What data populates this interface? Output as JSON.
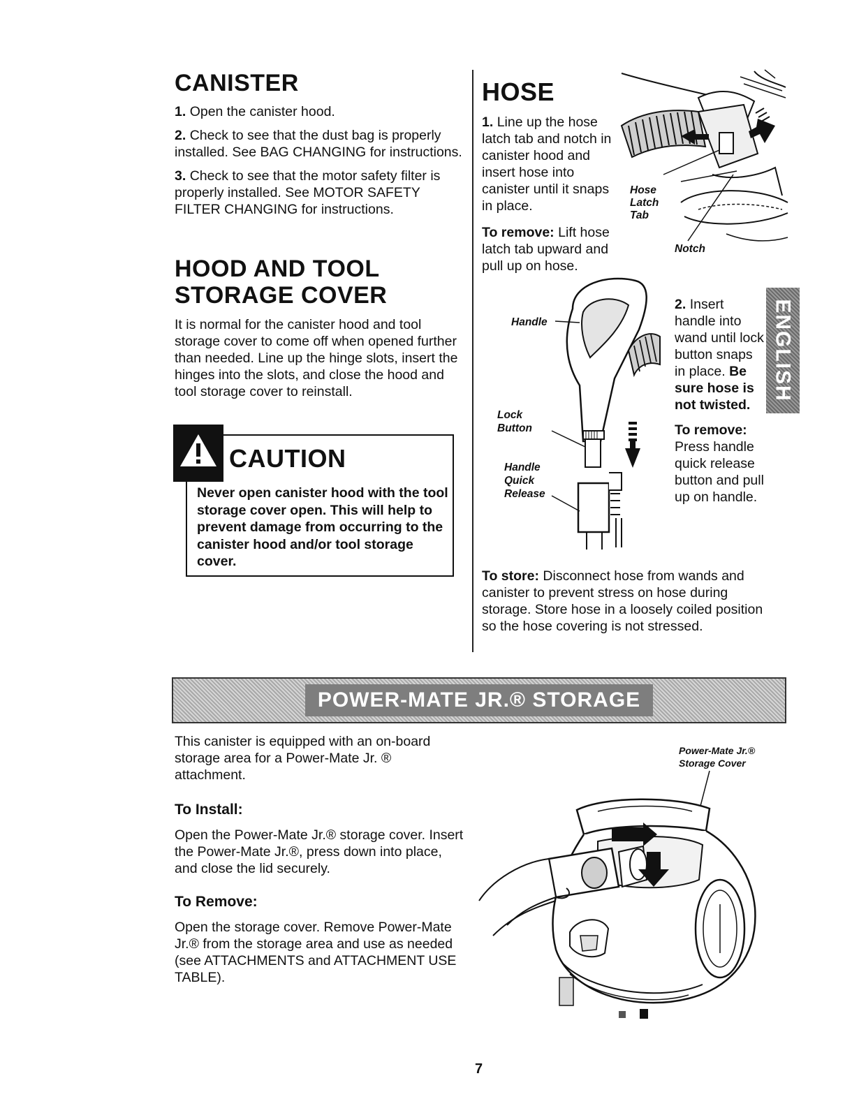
{
  "canister": {
    "heading": "CANISTER",
    "steps": [
      {
        "num": "1.",
        "text": "Open the canister hood."
      },
      {
        "num": "2.",
        "text": "Check to see that the dust bag is properly installed. See BAG CHANGING for instructions."
      },
      {
        "num": "3.",
        "text": "Check to see that the motor safety filter is properly installed. See MOTOR SAFETY FILTER CHANGING for instructions."
      }
    ]
  },
  "hood_tool": {
    "heading_line1": "HOOD AND TOOL",
    "heading_line2": "STORAGE COVER",
    "body": "It is normal for the canister hood and tool storage cover to come off when opened further than needed. Line up the hinge slots, insert the hinges into the slots, and close the hood and tool storage cover to reinstall."
  },
  "caution": {
    "title": "CAUTION",
    "body": "Never open canister hood with the tool storage cover open. This will help to prevent damage from occurring to the canister hood and/or tool storage cover."
  },
  "hose": {
    "heading": "HOSE",
    "step1_num": "1.",
    "step1_text": "Line up the hose latch tab and notch in canister hood and insert hose into canister until it snaps in place.",
    "remove1_label": "To remove:",
    "remove1_text": "Lift hose latch tab upward and pull up on hose.",
    "callout_hose_latch_tab": "Hose\nLatch\nTab",
    "callout_notch": "Notch",
    "callout_handle": "Handle",
    "callout_lock_button": "Lock\nButton",
    "callout_handle_quick_release": "Handle\nQuick\nRelease",
    "step2_num": "2.",
    "step2_text": "Insert handle into wand until lock button snaps in place.",
    "step2_bold": "Be sure hose is not twisted.",
    "remove2_label": "To remove:",
    "remove2_text": "Press handle quick release button and pull up on handle.",
    "store_label": "To store:",
    "store_text": "Disconnect hose from wands and canister to prevent stress on hose during storage. Store hose in a loosely coiled position so the hose covering is not stressed."
  },
  "side_tab": {
    "label": "ENGLISH"
  },
  "powermate": {
    "band_title": "POWER-MATE JR.® STORAGE",
    "intro": "This canister is equipped with an on-board storage area for a Power-Mate Jr. ® attachment.",
    "install_heading": "To Install:",
    "install_text": "Open the Power-Mate Jr.® storage cover. Insert the Power-Mate Jr.®, press down into place, and close the lid securely.",
    "remove_heading": "To Remove:",
    "remove_text": "Open the storage cover. Remove Power-Mate Jr.® from the storage area and use as needed (see ATTACHMENTS and ATTACHMENT USE TABLE).",
    "callout_cover": "Power-Mate Jr.®\nStorage Cover"
  },
  "page_number": "7"
}
